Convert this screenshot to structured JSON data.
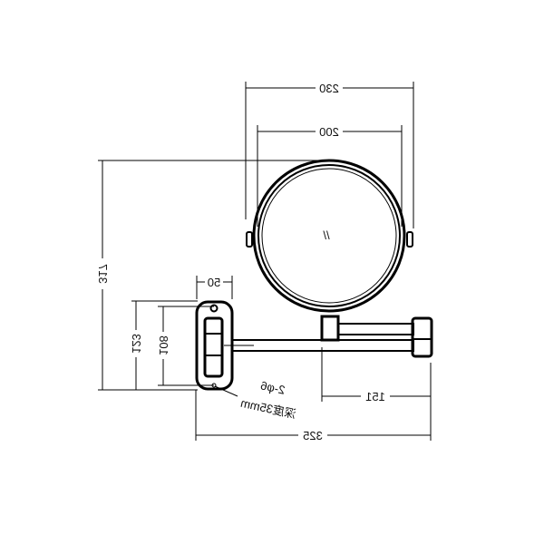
{
  "drawing": {
    "dimensions": {
      "outer_width": "230",
      "mirror_diameter": "200",
      "total_height": "317",
      "plate_width": "50",
      "plate_height": "123",
      "hole_spacing": "108",
      "arm_offset": "151",
      "total_depth": "325"
    },
    "mirror_mark": "//",
    "annotation": {
      "holes": "2-φ6",
      "depth": "深度35mm"
    },
    "mirrored_text": true
  }
}
